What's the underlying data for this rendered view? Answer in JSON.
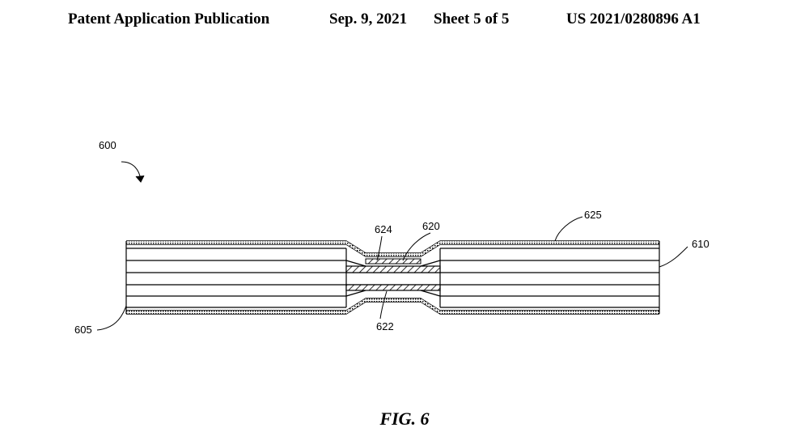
{
  "header": {
    "publication": "Patent Application Publication",
    "date": "Sep. 9, 2021",
    "sheet": "Sheet 5 of 5",
    "number": "US 2021/0280896 A1"
  },
  "figure": {
    "caption": "FIG. 6",
    "refs": {
      "r600": "600",
      "r605": "605",
      "r610": "610",
      "r620": "620",
      "r622": "622",
      "r624": "624",
      "r625": "625"
    }
  },
  "colors": {
    "line": "#000000",
    "background": "#ffffff"
  }
}
